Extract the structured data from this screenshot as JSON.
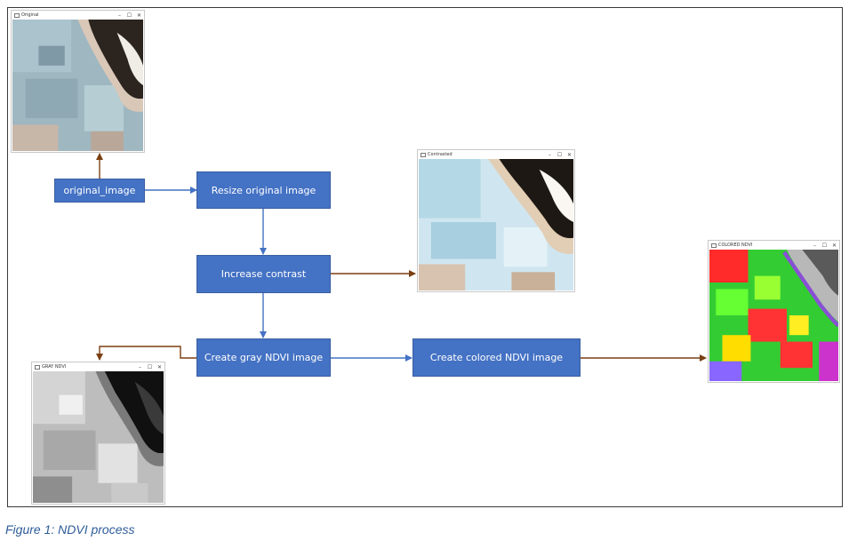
{
  "process_boxes": {
    "original_image": "original_image",
    "resize": "Resize original image",
    "contrast": "Increase contrast",
    "gray_ndvi": "Create gray NDVI image",
    "colored_ndvi": "Create colored NDVI image"
  },
  "windows": {
    "original": {
      "title": "Original"
    },
    "contrasted": {
      "title": "Contrasted"
    },
    "gray": {
      "title": "GRAY NDVI"
    },
    "colored": {
      "title": "COLORED NDVI"
    }
  },
  "window_buttons": {
    "minimize": "–",
    "maximize": "☐",
    "close": "✕"
  },
  "caption": "Figure 1: NDVI process",
  "colors": {
    "box_fill": "#4472c4",
    "flow_arrow": "#4472c4",
    "output_arrow": "#7b3f12",
    "caption": "#2e5c99"
  }
}
